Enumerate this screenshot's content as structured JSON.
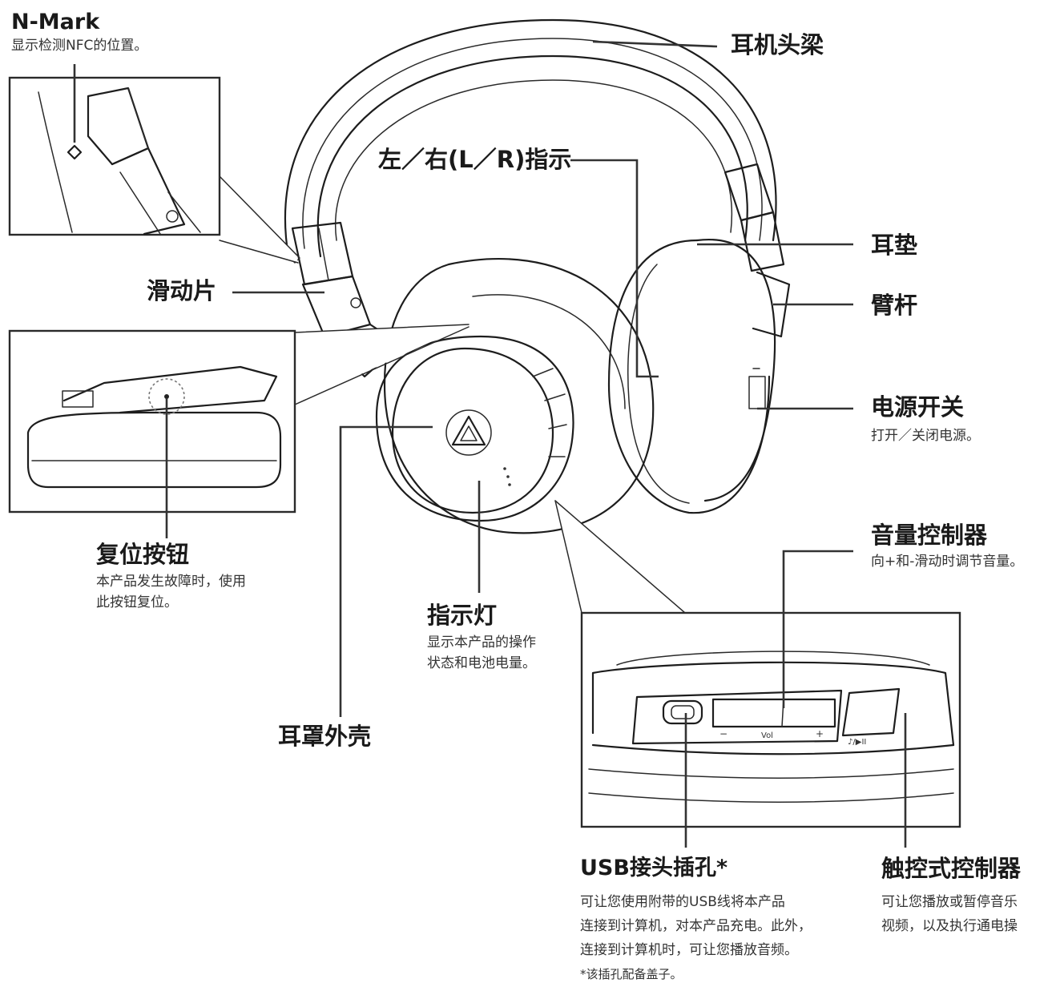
{
  "labels": {
    "n_mark": {
      "title": "N-Mark",
      "desc": "显示检测NFC的位置。"
    },
    "headband": {
      "title": "耳机头梁"
    },
    "lr_indicator": {
      "title": "左／右(L／R)指示"
    },
    "slider": {
      "title": "滑动片"
    },
    "ear_pad": {
      "title": "耳垫"
    },
    "arm": {
      "title": "臂杆"
    },
    "power_switch": {
      "title": "电源开关",
      "desc": "打开／关闭电源。"
    },
    "reset_button": {
      "title": "复位按钮",
      "desc": "本产品发生故障时，使用\n此按钮复位。"
    },
    "volume_control": {
      "title": "音量控制器",
      "desc": "向+和-滑动时调节音量。"
    },
    "indicator_light": {
      "title": "指示灯",
      "desc": "显示本产品的操作\n状态和电池电量。"
    },
    "housing": {
      "title": "耳罩外壳"
    },
    "usb_port": {
      "title": "USB接头插孔*",
      "desc": "可让您使用附带的USB线将本产品\n连接到计算机，对本产品充电。此外，\n连接到计算机时，可让您播放音频。",
      "note": "*该插孔配备盖子。"
    },
    "touch_control": {
      "title": "触控式控制器",
      "desc": "可让您播放或暂停音乐\n视频，以及执行通电操"
    }
  },
  "device_markings": {
    "vol": "Vol",
    "minus": "−",
    "plus": "+",
    "play_pause": "♪/▶II"
  },
  "icons": [
    "nfc-mark-icon",
    "audio-technica-logo-icon"
  ]
}
